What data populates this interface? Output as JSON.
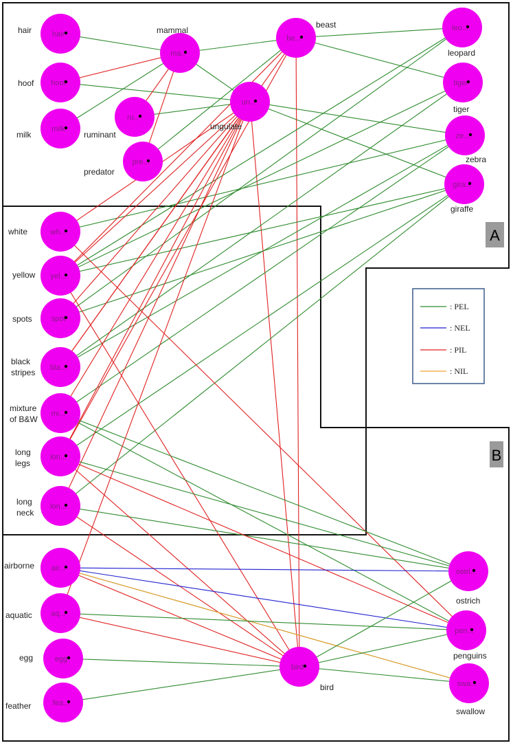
{
  "colors": {
    "node_fill": "#f000f0",
    "PEL": "#2e8b2e",
    "NEL": "#1f1fd0",
    "PIL": "#e02020",
    "NIL": "#f0a030",
    "region_tag_bg": "#9a9a9a",
    "legend_border": "#3a5a8a"
  },
  "legend": [
    {
      "key": "PEL",
      "text": ": PEL"
    },
    {
      "key": "NEL",
      "text": ": NEL"
    },
    {
      "key": "PIL",
      "text": ": PIL"
    },
    {
      "key": "NIL",
      "text": ": NIL"
    }
  ],
  "regions": [
    {
      "id": "A",
      "text": "A"
    },
    {
      "id": "B",
      "text": "B"
    }
  ],
  "nodes": [
    {
      "id": "hair",
      "inner": "hair",
      "label": [
        "hair"
      ]
    },
    {
      "id": "hoof",
      "inner": "hoof",
      "label": [
        "hoof"
      ]
    },
    {
      "id": "milk",
      "inner": "milk",
      "label": [
        "milk"
      ]
    },
    {
      "id": "mammal",
      "inner": "ma..",
      "label": [
        "mammal"
      ]
    },
    {
      "id": "ruminant",
      "inner": "ru..",
      "label": [
        "ruminant"
      ]
    },
    {
      "id": "predator",
      "inner": "pre...",
      "label": [
        "predator"
      ]
    },
    {
      "id": "ungulate",
      "inner": "un..",
      "label": [
        "ungulate"
      ]
    },
    {
      "id": "beast",
      "inner": "be...",
      "label": [
        "beast"
      ]
    },
    {
      "id": "leopard",
      "inner": "leo...",
      "label": [
        "leopard"
      ]
    },
    {
      "id": "tiger",
      "inner": "tiger",
      "label": [
        "tiger"
      ]
    },
    {
      "id": "zebra",
      "inner": "ze...",
      "label": [
        "zebra"
      ]
    },
    {
      "id": "giraffe",
      "inner": "gira...",
      "label": [
        "giraffe"
      ]
    },
    {
      "id": "white",
      "inner": "wh...",
      "label": [
        "white"
      ]
    },
    {
      "id": "yellow",
      "inner": "yel...",
      "label": [
        "yellow"
      ]
    },
    {
      "id": "spots",
      "inner": "spot",
      "label": [
        "spots"
      ]
    },
    {
      "id": "black_stripes",
      "inner": "bla...",
      "label": [
        "black",
        "stripes"
      ]
    },
    {
      "id": "mixture",
      "inner": "mi...",
      "label": [
        "mixture",
        "of B&W"
      ]
    },
    {
      "id": "long_legs",
      "inner": "lon...",
      "label": [
        "long",
        "legs"
      ]
    },
    {
      "id": "long_neck",
      "inner": "lon...",
      "label": [
        "long",
        "neck"
      ]
    },
    {
      "id": "airborne",
      "inner": "air...",
      "label": [
        "airborne"
      ]
    },
    {
      "id": "aquatic",
      "inner": "aq...",
      "label": [
        "aquatic"
      ]
    },
    {
      "id": "egg",
      "inner": "egg",
      "label": [
        "egg"
      ]
    },
    {
      "id": "feather",
      "inner": "fea...",
      "label": [
        "feather"
      ]
    },
    {
      "id": "bird",
      "inner": "bird",
      "label": [
        "bird"
      ]
    },
    {
      "id": "ostrich",
      "inner": "ostri...",
      "label": [
        "ostrich"
      ]
    },
    {
      "id": "penguins",
      "inner": "pen...",
      "label": [
        "penguins"
      ]
    },
    {
      "id": "swallow",
      "inner": "swa...",
      "label": [
        "swallow"
      ]
    }
  ],
  "edges": [
    {
      "from": "hair",
      "to": "mammal",
      "type": "PEL"
    },
    {
      "from": "milk",
      "to": "mammal",
      "type": "PEL"
    },
    {
      "from": "hoof",
      "to": "mammal",
      "type": "PIL"
    },
    {
      "from": "mammal",
      "to": "beast",
      "type": "PEL"
    },
    {
      "from": "mammal",
      "to": "ungulate",
      "type": "PEL"
    },
    {
      "from": "hoof",
      "to": "ungulate",
      "type": "PEL"
    },
    {
      "from": "ruminant",
      "to": "ungulate",
      "type": "PEL"
    },
    {
      "from": "ruminant",
      "to": "mammal",
      "type": "PIL"
    },
    {
      "from": "predator",
      "to": "beast",
      "type": "PEL"
    },
    {
      "from": "predator",
      "to": "mammal",
      "type": "PIL"
    },
    {
      "from": "beast",
      "to": "leopard",
      "type": "PEL"
    },
    {
      "from": "beast",
      "to": "tiger",
      "type": "PEL"
    },
    {
      "from": "ungulate",
      "to": "zebra",
      "type": "PEL"
    },
    {
      "from": "ungulate",
      "to": "giraffe",
      "type": "PEL"
    },
    {
      "from": "beast",
      "to": "bird",
      "type": "PIL"
    },
    {
      "from": "ungulate",
      "to": "bird",
      "type": "PIL"
    },
    {
      "from": "yellow",
      "to": "leopard",
      "type": "PEL"
    },
    {
      "from": "yellow",
      "to": "tiger",
      "type": "PEL"
    },
    {
      "from": "yellow",
      "to": "giraffe",
      "type": "PEL"
    },
    {
      "from": "spots",
      "to": "leopard",
      "type": "PEL"
    },
    {
      "from": "spots",
      "to": "giraffe",
      "type": "PEL"
    },
    {
      "from": "black_stripes",
      "to": "tiger",
      "type": "PEL"
    },
    {
      "from": "black_stripes",
      "to": "zebra",
      "type": "PEL"
    },
    {
      "from": "white",
      "to": "zebra",
      "type": "PEL"
    },
    {
      "from": "mixture",
      "to": "zebra",
      "type": "PEL"
    },
    {
      "from": "long_legs",
      "to": "giraffe",
      "type": "PEL"
    },
    {
      "from": "long_neck",
      "to": "giraffe",
      "type": "PEL"
    },
    {
      "from": "white",
      "to": "ungulate",
      "type": "PIL"
    },
    {
      "from": "yellow",
      "to": "beast",
      "type": "PIL"
    },
    {
      "from": "yellow",
      "to": "ungulate",
      "type": "PIL"
    },
    {
      "from": "black_stripes",
      "to": "beast",
      "type": "PIL"
    },
    {
      "from": "black_stripes",
      "to": "ungulate",
      "type": "PIL"
    },
    {
      "from": "mixture",
      "to": "ungulate",
      "type": "PIL"
    },
    {
      "from": "long_legs",
      "to": "beast",
      "type": "PIL"
    },
    {
      "from": "long_legs",
      "to": "ungulate",
      "type": "PIL"
    },
    {
      "from": "long_neck",
      "to": "ungulate",
      "type": "PIL"
    },
    {
      "from": "spots",
      "to": "ungulate",
      "type": "PIL"
    },
    {
      "from": "white",
      "to": "penguins",
      "type": "PIL"
    },
    {
      "from": "yellow",
      "to": "bird",
      "type": "PIL"
    },
    {
      "from": "mixture",
      "to": "ostrich",
      "type": "PEL"
    },
    {
      "from": "mixture",
      "to": "penguins",
      "type": "PEL"
    },
    {
      "from": "long_legs",
      "to": "ostrich",
      "type": "PEL"
    },
    {
      "from": "long_neck",
      "to": "ostrich",
      "type": "PEL"
    },
    {
      "from": "long_legs",
      "to": "bird",
      "type": "PIL"
    },
    {
      "from": "long_neck",
      "to": "bird",
      "type": "PIL"
    },
    {
      "from": "long_legs",
      "to": "penguins",
      "type": "PIL"
    },
    {
      "from": "airborne",
      "to": "ostrich",
      "type": "NEL"
    },
    {
      "from": "airborne",
      "to": "penguins",
      "type": "NEL"
    },
    {
      "from": "airborne",
      "to": "swallow",
      "type": "PEL"
    },
    {
      "from": "airborne",
      "to": "bird",
      "type": "PIL"
    },
    {
      "from": "airborne",
      "to": "swallow",
      "type": "NIL"
    },
    {
      "from": "aquatic",
      "to": "penguins",
      "type": "PEL"
    },
    {
      "from": "aquatic",
      "to": "ungulate",
      "type": "PIL"
    },
    {
      "from": "aquatic",
      "to": "bird",
      "type": "PIL"
    },
    {
      "from": "egg",
      "to": "bird",
      "type": "PEL"
    },
    {
      "from": "feather",
      "to": "bird",
      "type": "PEL"
    },
    {
      "from": "bird",
      "to": "ostrich",
      "type": "PEL"
    },
    {
      "from": "bird",
      "to": "penguins",
      "type": "PEL"
    },
    {
      "from": "bird",
      "to": "swallow",
      "type": "PEL"
    }
  ]
}
